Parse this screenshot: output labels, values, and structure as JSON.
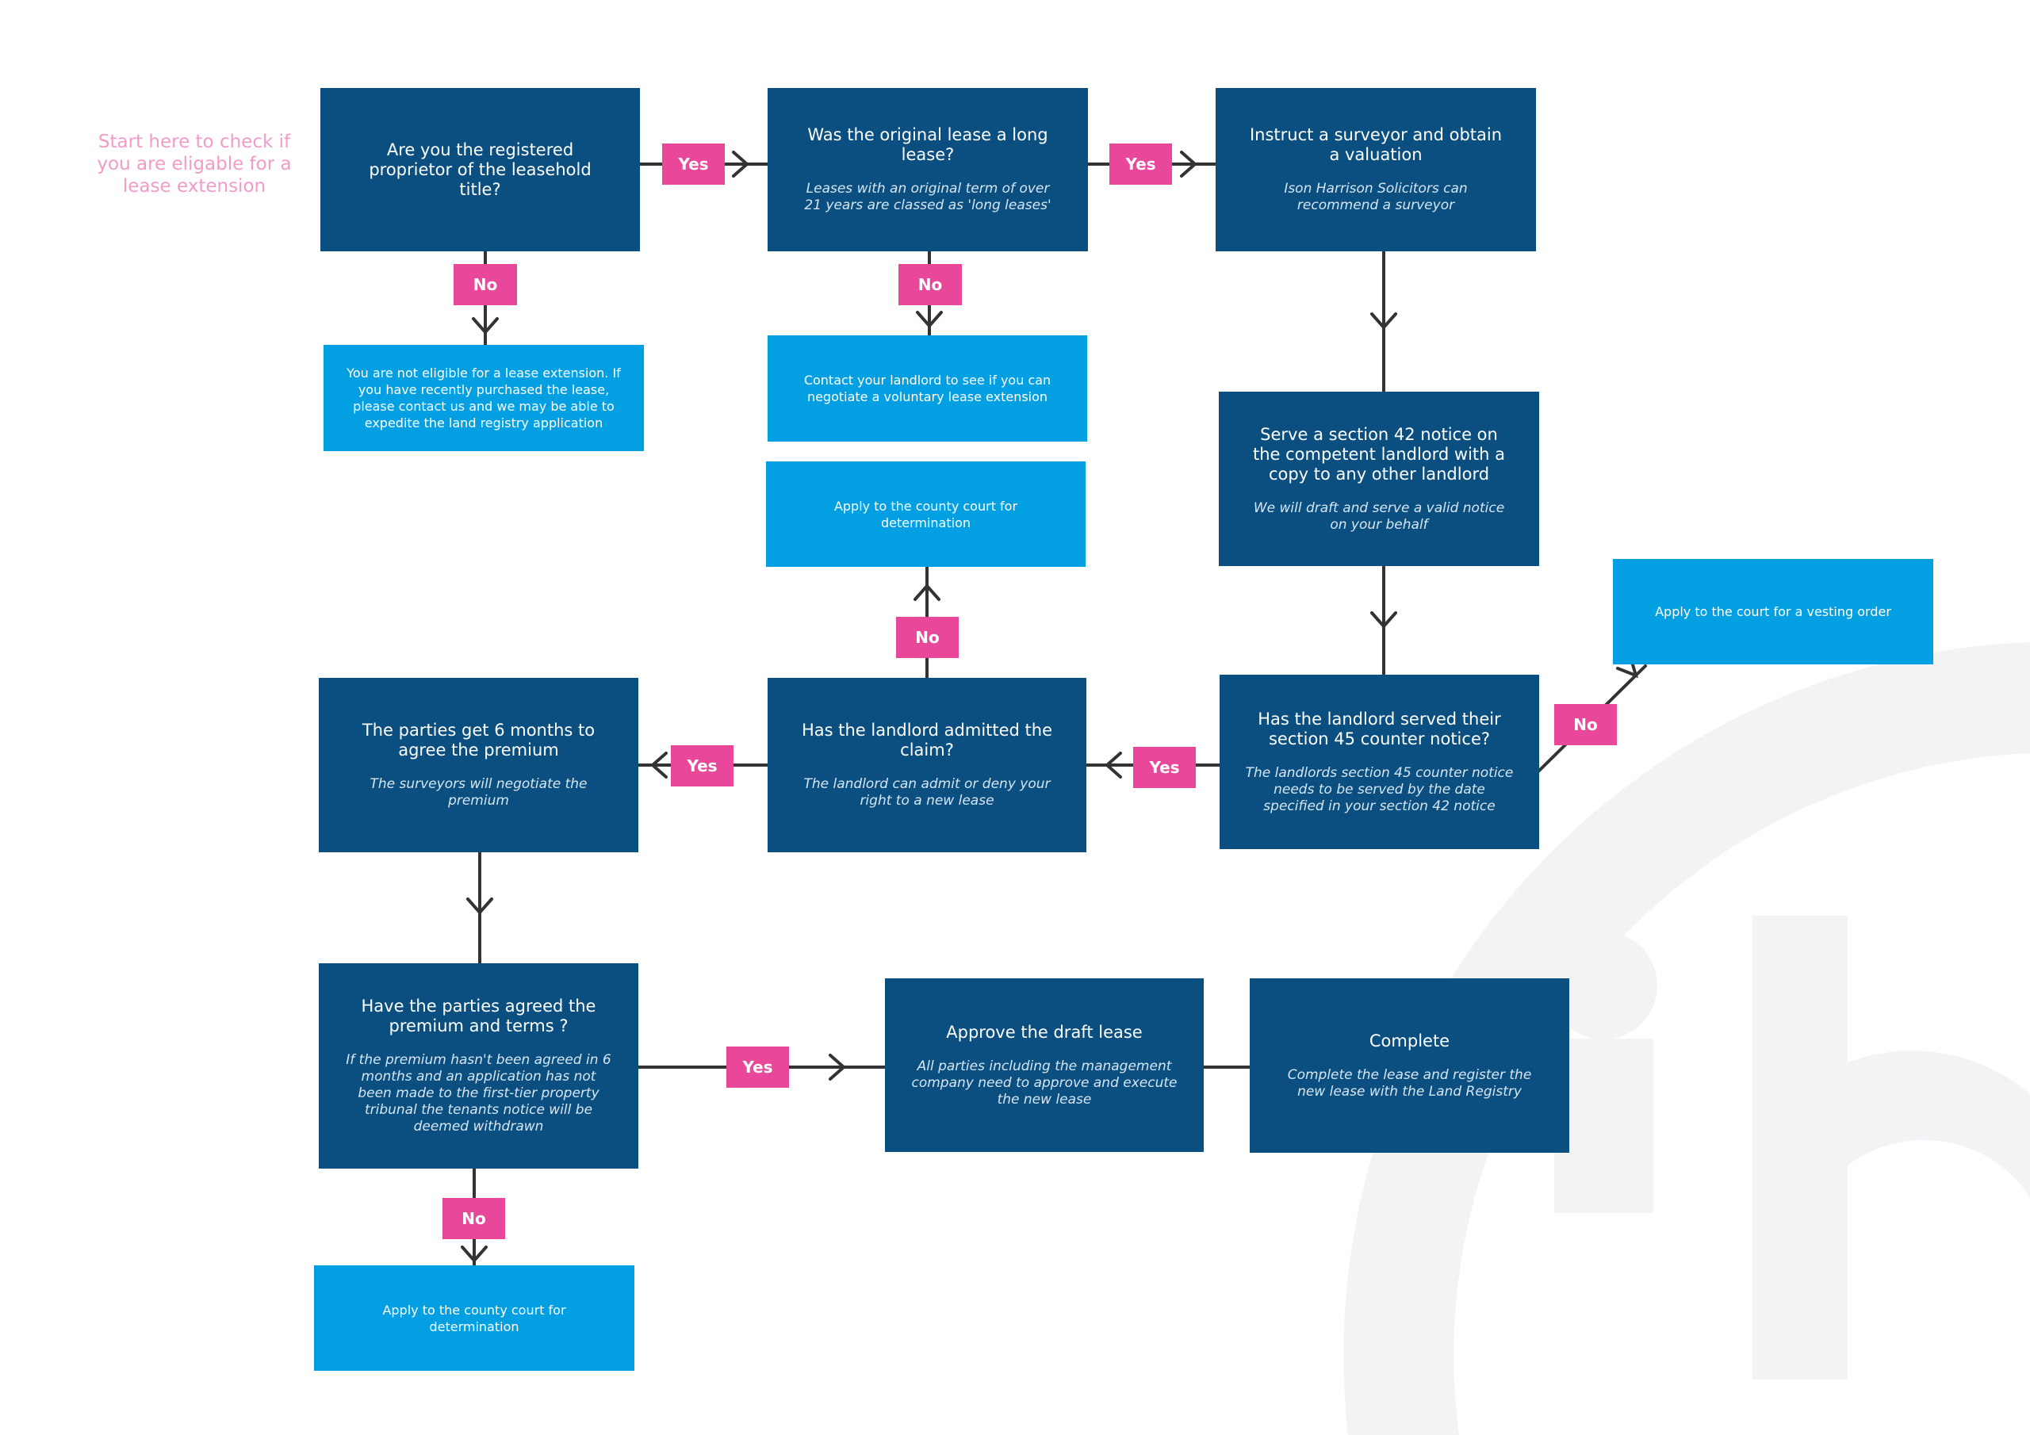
{
  "start_text": "Start here to check if you are eligable for a lease extension",
  "nodes": {
    "registered_proprietor": {
      "title": "Are you the registered proprietor of the leasehold title?"
    },
    "original_lease_long": {
      "title": "Was the original lease a long lease?",
      "subtitle": "Leases with an original term of over 21 years are classed as 'long leases'"
    },
    "instruct_surveyor": {
      "title": "Instruct a surveyor and obtain a valuation",
      "subtitle": "Ison Harrison Solicitors can recommend a surveyor"
    },
    "not_eligible": {
      "text": "You are not eligible for a lease extension. If you have recently purchased the lease, please contact us and we may be able to expedite the land registry application"
    },
    "contact_landlord": {
      "text": "Contact your landlord to see if you can negotiate a voluntary lease extension"
    },
    "serve_s42": {
      "title": "Serve a section 42 notice on the competent landlord with a copy to any other landlord",
      "subtitle": "We will draft and serve a valid notice on your behalf"
    },
    "apply_county_court_top": {
      "text": "Apply to the county court for determination"
    },
    "apply_vesting_order": {
      "text": "Apply to the court for a vesting order"
    },
    "six_months": {
      "title": "The parties get 6 months to agree the premium",
      "subtitle": "The surveyors will negotiate the premium"
    },
    "landlord_admitted": {
      "title": "Has the landlord admitted the claim?",
      "subtitle": "The landlord can admit or deny your right to a new lease"
    },
    "s45_counter_notice": {
      "title": "Has the landlord served their section 45 counter notice?",
      "subtitle": "The landlords section 45 counter notice needs to be served by the date specified in your section 42 notice"
    },
    "agreed_premium_terms": {
      "title": "Have the parties agreed the premium and terms ?",
      "subtitle": "If the premium hasn't been agreed in 6 months and an application has not been made to the first-tier property tribunal the tenants notice will be deemed withdrawn"
    },
    "approve_draft_lease": {
      "title": "Approve the draft lease",
      "subtitle": "All parties including the management company need to approve and execute the new lease"
    },
    "complete": {
      "title": "Complete",
      "subtitle": "Complete the lease and register the new lease with the Land Registry"
    },
    "apply_county_court_bottom": {
      "text": "Apply to the county court for determination"
    }
  },
  "labels": {
    "yes_1": "Yes",
    "yes_2": "Yes",
    "no_1": "No",
    "no_2": "No",
    "no_3": "No",
    "no_4": "No",
    "yes_3": "Yes",
    "yes_4": "Yes",
    "yes_5": "Yes",
    "no_5": "No"
  },
  "colors": {
    "dark_box": "#0a4f80",
    "light_box": "#039fe3",
    "label": "#e8479a",
    "start_text": "#f19cc8",
    "connector": "#333333"
  }
}
